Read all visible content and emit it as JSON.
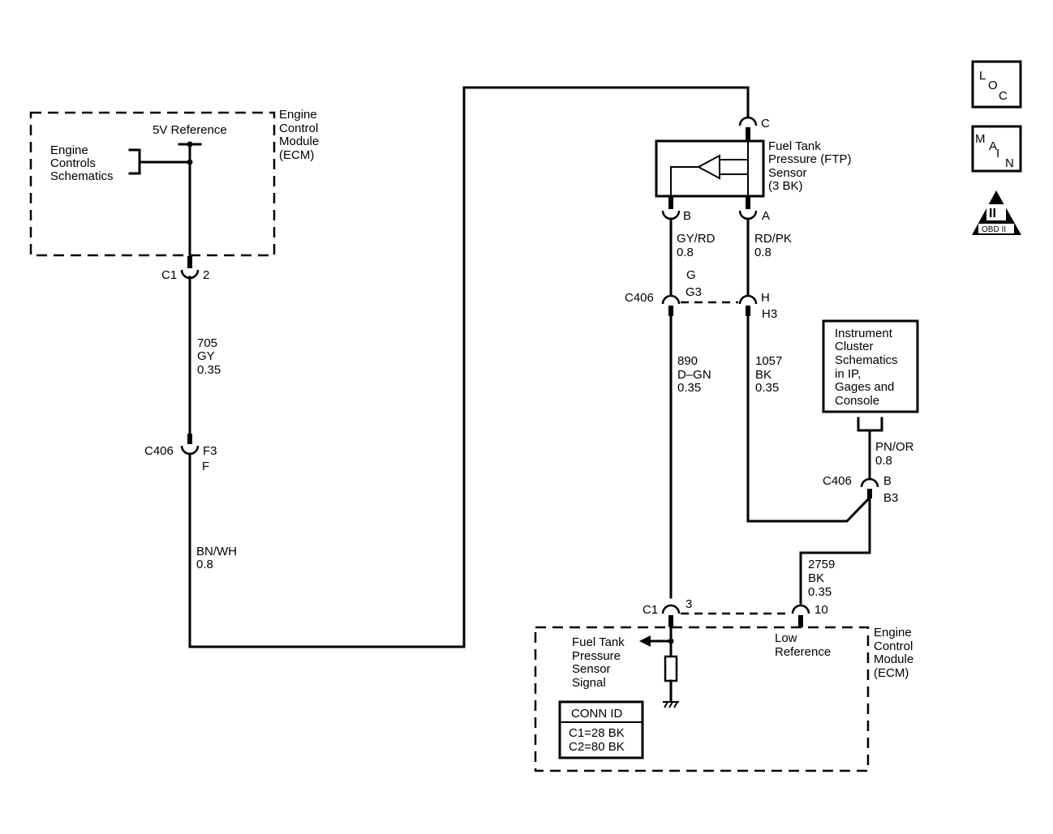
{
  "ecm_top": {
    "label": [
      "Engine",
      "Control",
      "Module",
      "(ECM)"
    ],
    "ref_label": "5V Reference",
    "schem_link": [
      "Engine",
      "Controls",
      "Schematics"
    ]
  },
  "c1_top": {
    "conn": "C1",
    "pin": "2"
  },
  "wire_705": [
    "705",
    "GY",
    "0.35"
  ],
  "c406_f": {
    "conn": "C406",
    "pin1": "F3",
    "pin2": "F"
  },
  "wire_bnwh": [
    "BN/WH",
    "0.8"
  ],
  "ftp_sensor": {
    "label": [
      "Fuel Tank",
      "Pressure (FTP)",
      "Sensor",
      "(3 BK)"
    ],
    "pin_c": "C",
    "pin_b": "B",
    "pin_a": "A"
  },
  "wire_gyrd": [
    "GY/RD",
    "0.8"
  ],
  "wire_rdpk": [
    "RD/PK",
    "0.8"
  ],
  "c406_gh": {
    "conn": "C406",
    "g": "G",
    "g3": "G3",
    "h": "H",
    "h3": "H3"
  },
  "wire_890": [
    "890",
    "D–GN",
    "0.35"
  ],
  "wire_1057": [
    "1057",
    "BK",
    "0.35"
  ],
  "ic_link": [
    "Instrument",
    "Cluster",
    "Schematics",
    "in IP,",
    "Gages and",
    "Console"
  ],
  "wire_pnor": [
    "PN/OR",
    "0.8"
  ],
  "c406_b": {
    "conn": "C406",
    "pin1": "B",
    "pin2": "B3"
  },
  "wire_2759": [
    "2759",
    "BK",
    "0.35"
  ],
  "c1_bottom": {
    "conn": "C1",
    "pin3": "3",
    "pin10": "10"
  },
  "ecm_bottom": {
    "label": [
      "Engine",
      "Control",
      "Module",
      "(ECM)"
    ],
    "signal_label": [
      "Fuel Tank",
      "Pressure",
      "Sensor",
      "Signal"
    ],
    "low_ref": [
      "Low",
      "Reference"
    ]
  },
  "conn_id": {
    "title": "CONN ID",
    "lines": [
      "C1=28 BK",
      "C2=80 BK"
    ]
  },
  "nav": {
    "loc": [
      "L",
      "O",
      "C"
    ],
    "main": [
      "M",
      "A",
      "I",
      "N"
    ],
    "obd": [
      "II",
      "OBD II"
    ]
  }
}
